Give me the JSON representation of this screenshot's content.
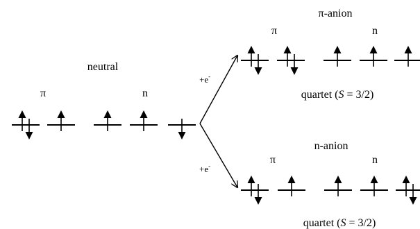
{
  "neutral": {
    "title": "neutral",
    "pi_label": "π",
    "n_label": "n",
    "orbitals": [
      "up-down",
      "up",
      "up",
      "up",
      "down"
    ]
  },
  "pi_anion": {
    "title": "π-anion",
    "pi_label": "π",
    "n_label": "n",
    "orbitals": [
      "up-down",
      "up-down",
      "up",
      "up",
      "up"
    ],
    "spin_state": {
      "prefix": "quartet (",
      "symbol": "S",
      "suffix": " = 3/2)"
    }
  },
  "n_anion": {
    "title": "n-anion",
    "pi_label": "π",
    "n_label": "n",
    "orbitals": [
      "up-down",
      "up",
      "up",
      "up",
      "up-down"
    ],
    "spin_state": {
      "prefix": "quartet (",
      "symbol": "S",
      "suffix": " = 3/2)"
    }
  },
  "reaction": {
    "upper_label": "+e",
    "lower_label": "+e",
    "superscript": "-"
  }
}
